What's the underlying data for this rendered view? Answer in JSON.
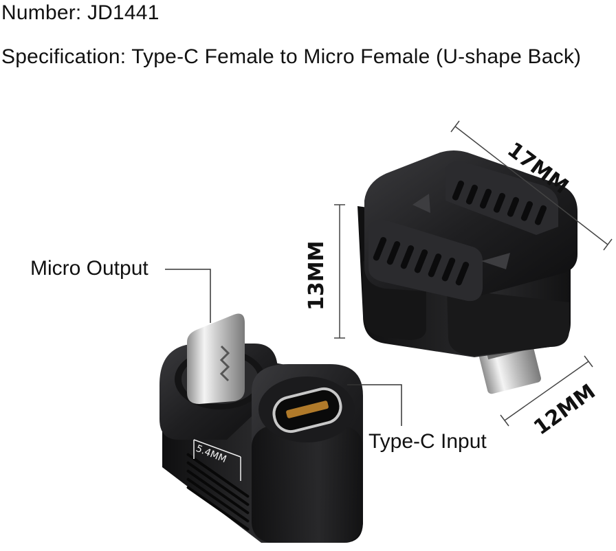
{
  "header": {
    "number": "Number: JD1441",
    "specification": "Specification: Type-C Female to Micro Female  (U-shape Back)"
  },
  "callouts": {
    "micro_output": "Micro Output",
    "typec_input": "Type-C Input"
  },
  "dimensions": {
    "length": "17MM",
    "height": "13MM",
    "width": "12MM",
    "gap": "5.4MM"
  },
  "colors": {
    "body": "#1c1c1e",
    "body_highlight": "#3a3a3d",
    "metal": "#d9d9d9",
    "background": "#ffffff"
  }
}
